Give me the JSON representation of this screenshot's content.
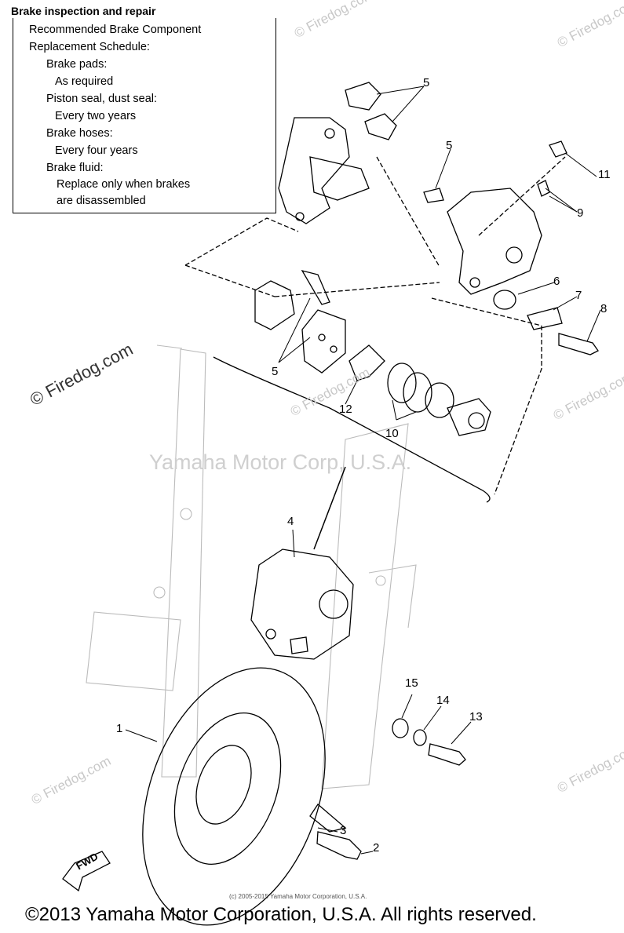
{
  "title": "Brake inspection and repair",
  "schedule_lines": [
    "Recommended Brake Component",
    "Replacement Schedule:",
    "Brake pads:",
    "As required",
    "Piston seal, dust seal:",
    "Every two years",
    "Brake hoses:",
    "Every four years",
    "Brake fluid:",
    "Replace only when brakes",
    "are disassembled"
  ],
  "callouts": {
    "n1": "1",
    "n2": "2",
    "n3": "3",
    "n4": "4",
    "n5a": "5",
    "n5b": "5",
    "n5c": "5",
    "n6": "6",
    "n7": "7",
    "n8": "8",
    "n9": "9",
    "n10": "10",
    "n11": "11",
    "n12": "12",
    "n13": "13",
    "n14": "14",
    "n15": "15"
  },
  "fwd_label": "FWD",
  "watermarks": {
    "firedog": "© Firedog.com",
    "firedog_small": "© Firedog.com",
    "center": "Yamaha Motor Corp, U.S.A."
  },
  "footer": {
    "small_copyright": "(c) 2005-2015 Yamaha Motor Corporation, U.S.A.",
    "copyright": "©2013 Yamaha Motor Corporation, U.S.A. All rights reserved."
  }
}
